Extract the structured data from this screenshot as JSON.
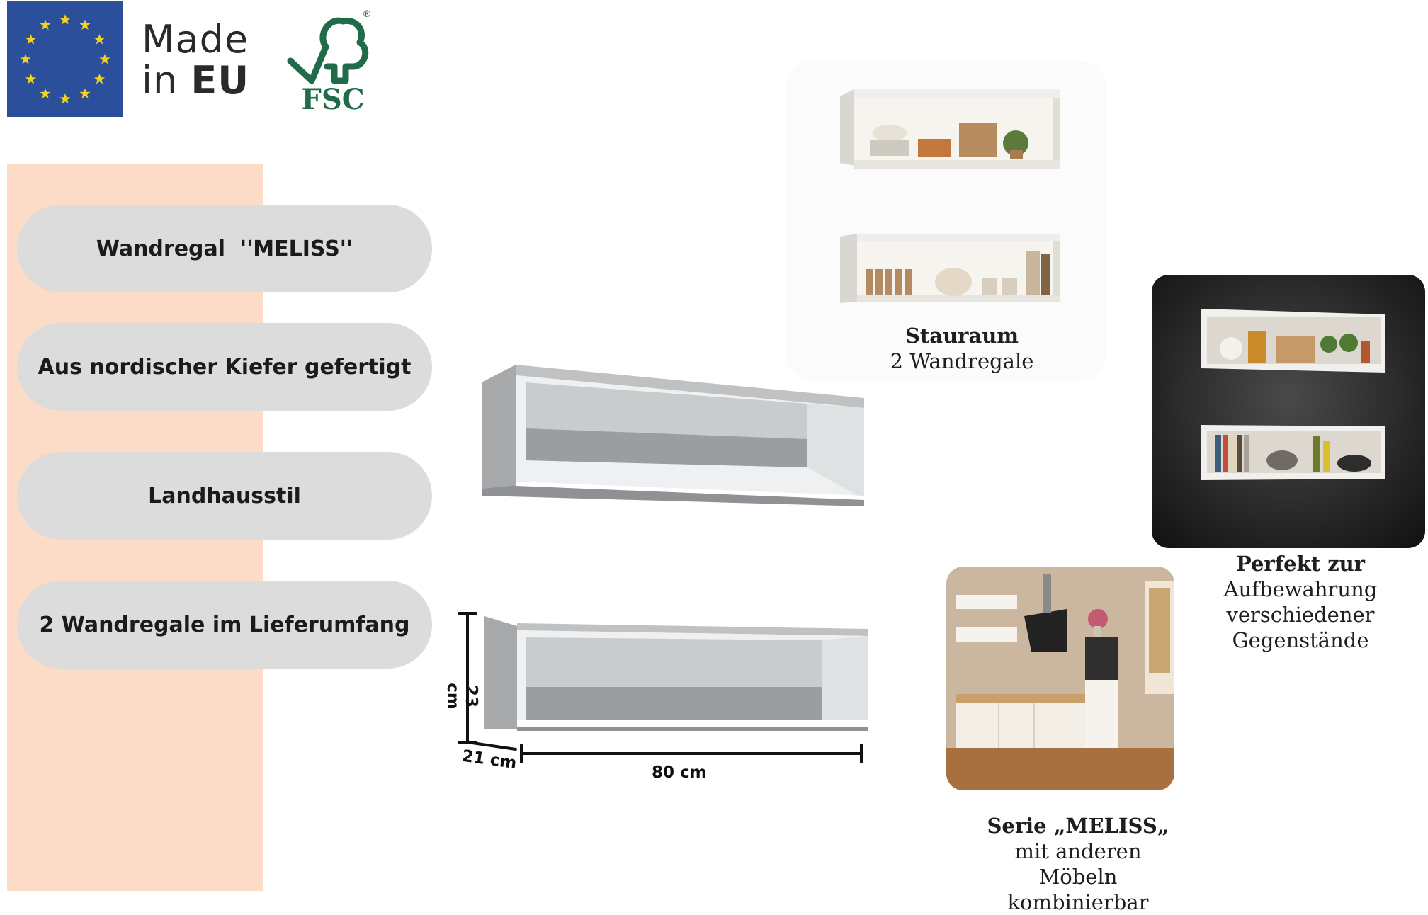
{
  "badges": {
    "made_in_line1": "Made",
    "made_in_line2_prefix": "in",
    "made_in_line2_bold": "EU",
    "fsc_text": "FSC",
    "fsc_registered": "®"
  },
  "features": [
    "Wandregal  ''MELISS''",
    "Aus nordischer Kiefer gefertigt",
    "Landhausstil",
    "2 Wandregale im Lieferumfang"
  ],
  "dimensions": {
    "height": "23 cm",
    "depth": "21 cm",
    "width": "80 cm"
  },
  "storage": {
    "title": "Stauraum",
    "subtitle": "2 Wandregale"
  },
  "usage": {
    "title": "Perfekt zur",
    "lines": [
      "Aufbewahrung",
      "verschiedener",
      "Gegenstände"
    ]
  },
  "series": {
    "title": "Serie „MELISS„",
    "lines": [
      "mit anderen",
      "Möbeln",
      "kombinierbar"
    ]
  },
  "colors": {
    "peach": "#fddcc7",
    "pill": "#dcdcdc",
    "eu_blue": "#2b4f9a",
    "eu_star": "#f5d21b",
    "fsc_green": "#1f6b4a"
  }
}
